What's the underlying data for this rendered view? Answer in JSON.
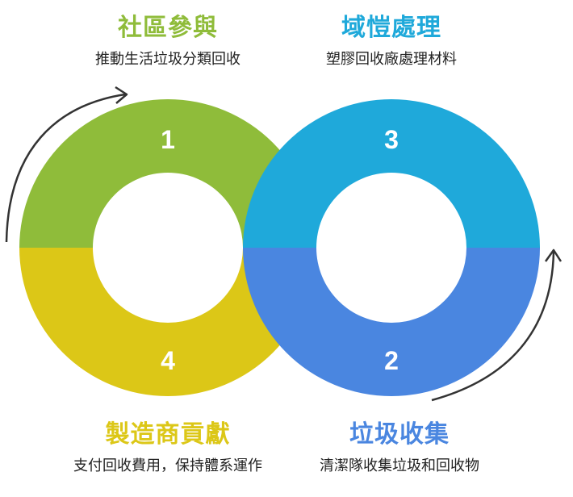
{
  "steps": [
    {
      "number": "1",
      "title": "社區參與",
      "description": "推動生活垃圾分類回收",
      "color": "#8FBC3A"
    },
    {
      "number": "2",
      "title": "垃圾收集",
      "description": "清潔隊收集垃圾和回收物",
      "color": "#4A86E0"
    },
    {
      "number": "3",
      "title": "域愷處理",
      "description": "塑膠回收廠處理材料",
      "color": "#1FA9DA"
    },
    {
      "number": "4",
      "title": "製造商貢獻",
      "description": "支付回收費用，保持體系運作",
      "color": "#DCC717"
    }
  ],
  "colors": {
    "arrow": "#333333",
    "number_text": "#ffffff",
    "background": "#ffffff"
  }
}
